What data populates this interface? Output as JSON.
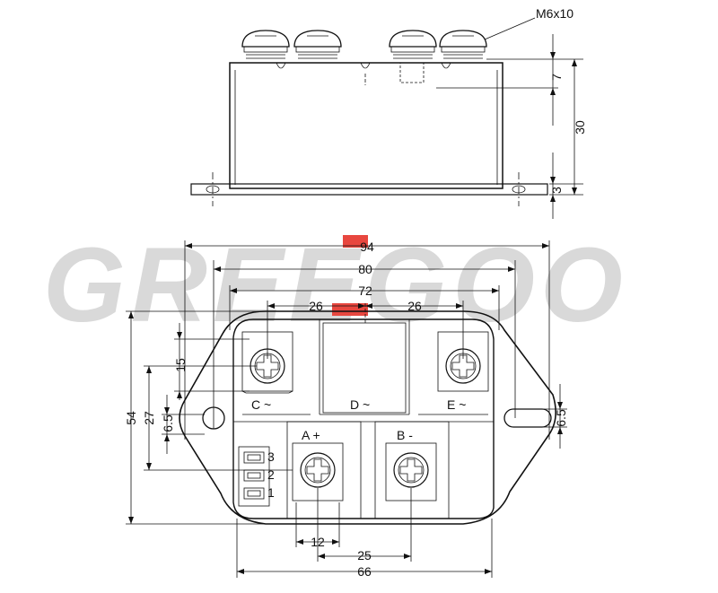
{
  "watermark": {
    "text": "GREEGOO",
    "accent_color": "#e8473f",
    "color": "#d9d9d9"
  },
  "side_view": {
    "screw_label": "M6x10",
    "dims": {
      "top": "7",
      "height": "30",
      "base": "3"
    }
  },
  "top_view": {
    "dims": {
      "d94": "94",
      "d80": "80",
      "d72": "72",
      "d26_left": "26",
      "d26_right": "26",
      "d15": "15",
      "d54": "54",
      "d27": "27",
      "d6_5_left": "6.5",
      "d6_5_right": "6.5",
      "d12": "12",
      "d25": "25",
      "d66": "66"
    },
    "terminals": {
      "c": "C ~",
      "d": "D ~",
      "e": "E ~",
      "a": "A +",
      "b": "B -"
    },
    "pins": [
      "3",
      "2",
      "1"
    ]
  }
}
